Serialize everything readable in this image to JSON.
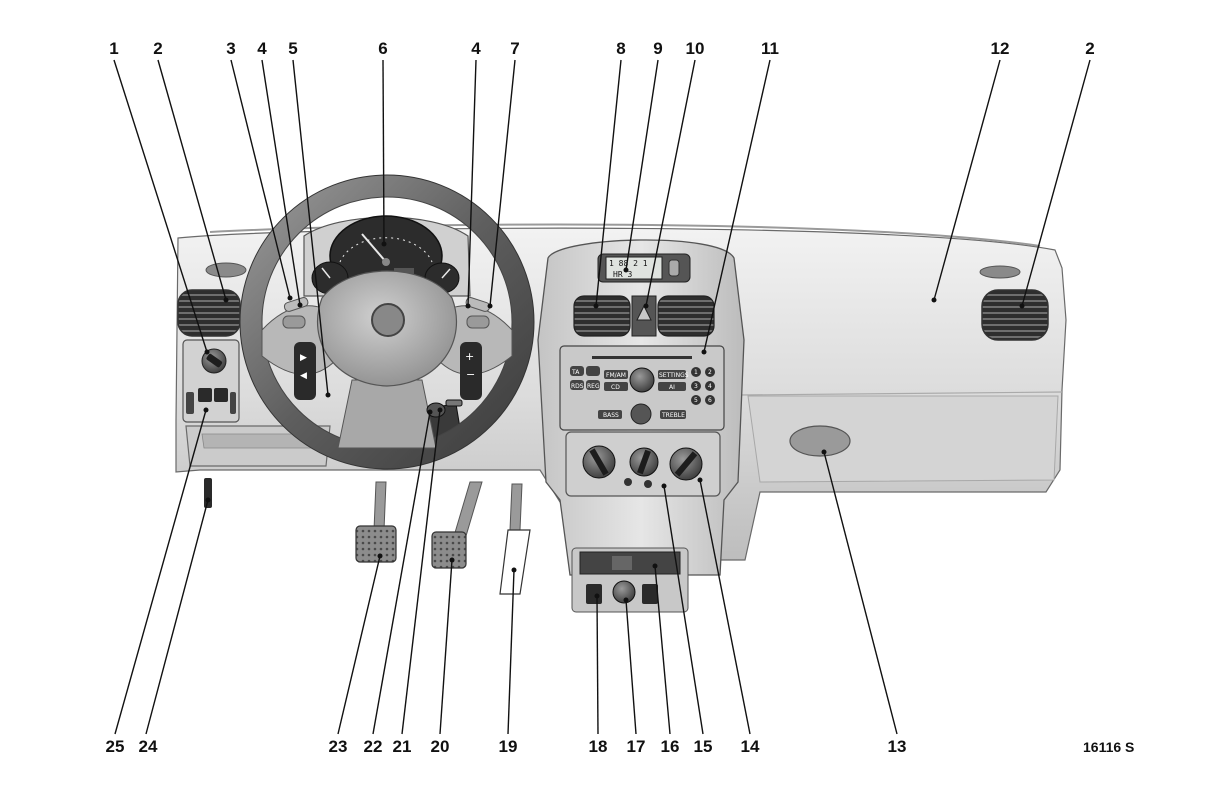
{
  "figure": {
    "reference_code": "16116 S",
    "display_text": [
      "1 88  2 1",
      "HR  3"
    ]
  },
  "callouts": [
    {
      "id": "callout-1",
      "label": "1"
    },
    {
      "id": "callout-2-left",
      "label": "2"
    },
    {
      "id": "callout-3",
      "label": "3"
    },
    {
      "id": "callout-4-left",
      "label": "4"
    },
    {
      "id": "callout-5",
      "label": "5"
    },
    {
      "id": "callout-6",
      "label": "6"
    },
    {
      "id": "callout-4-right",
      "label": "4"
    },
    {
      "id": "callout-7",
      "label": "7"
    },
    {
      "id": "callout-8",
      "label": "8"
    },
    {
      "id": "callout-9",
      "label": "9"
    },
    {
      "id": "callout-10",
      "label": "10"
    },
    {
      "id": "callout-11",
      "label": "11"
    },
    {
      "id": "callout-12",
      "label": "12"
    },
    {
      "id": "callout-2-right",
      "label": "2"
    },
    {
      "id": "callout-25",
      "label": "25"
    },
    {
      "id": "callout-24",
      "label": "24"
    },
    {
      "id": "callout-23",
      "label": "23"
    },
    {
      "id": "callout-22",
      "label": "22"
    },
    {
      "id": "callout-21",
      "label": "21"
    },
    {
      "id": "callout-20",
      "label": "20"
    },
    {
      "id": "callout-19",
      "label": "19"
    },
    {
      "id": "callout-18",
      "label": "18"
    },
    {
      "id": "callout-17",
      "label": "17"
    },
    {
      "id": "callout-16",
      "label": "16"
    },
    {
      "id": "callout-15",
      "label": "15"
    },
    {
      "id": "callout-14",
      "label": "14"
    },
    {
      "id": "callout-13",
      "label": "13"
    }
  ],
  "radio_buttons": {
    "fm_am": "FM/AM",
    "cd": "CD",
    "settings": "SETTINGS",
    "ai": "AI",
    "bass": "BASS",
    "treble": "TREBLE",
    "ta": "TA",
    "reg": "REG",
    "rds": "RDS",
    "preset_1": "1",
    "preset_2": "2",
    "preset_3": "3",
    "preset_4": "4",
    "preset_5": "5",
    "preset_6": "6"
  }
}
